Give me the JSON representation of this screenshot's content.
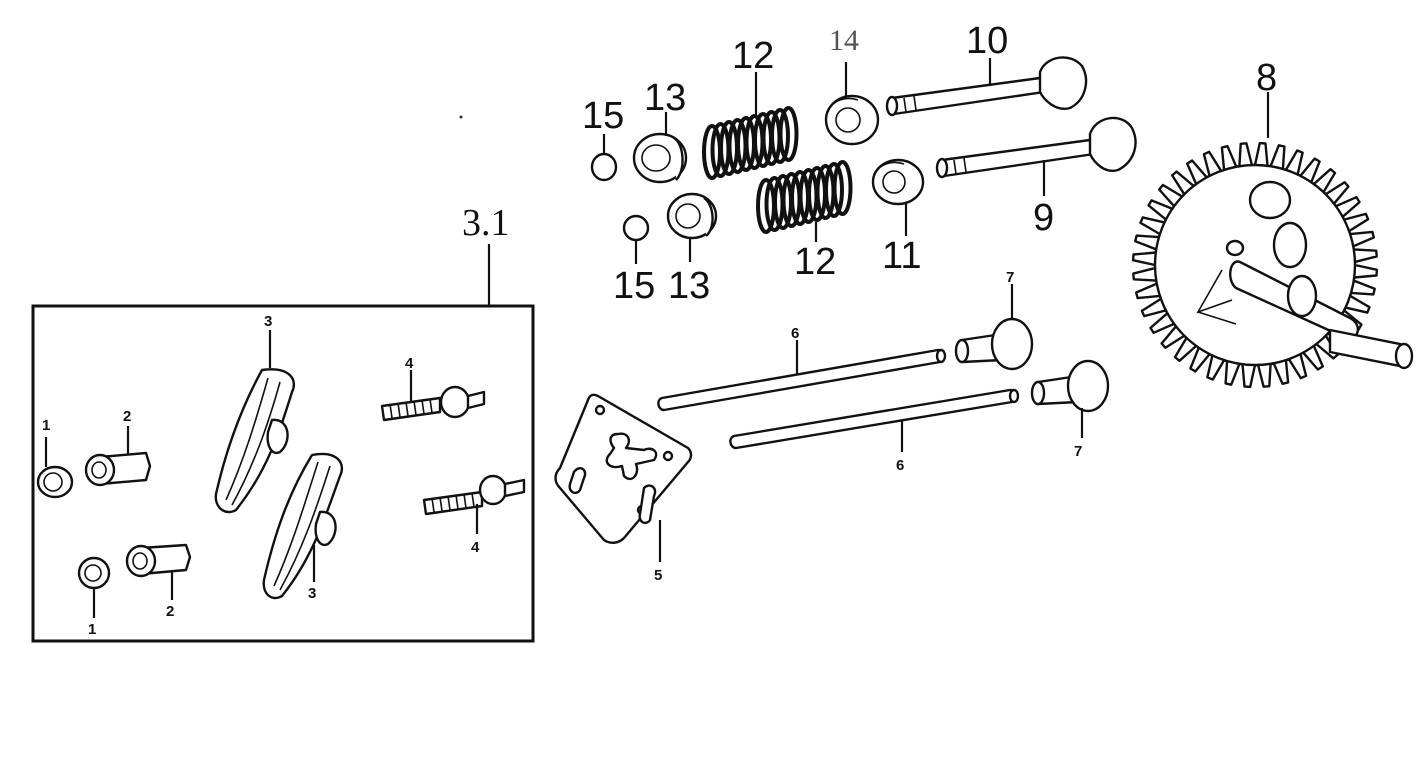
{
  "diagram": {
    "group_label": "3.1",
    "callouts": {
      "c1a": "1",
      "c1b": "1",
      "c2a": "2",
      "c2b": "2",
      "c3a": "3",
      "c3b": "3",
      "c4a": "4",
      "c4b": "4",
      "c5": "5",
      "c6a": "6",
      "c6b": "6",
      "c7a": "7",
      "c7b": "7",
      "c8": "8",
      "c9": "9",
      "c10": "10",
      "c11": "11",
      "c12a": "12",
      "c12b": "12",
      "c13a": "13",
      "c13b": "13",
      "c14": "14",
      "c15a": "15",
      "c15b": "15"
    },
    "parts": [
      {
        "id": "1",
        "icon": "nut-icon"
      },
      {
        "id": "2",
        "icon": "bushing-icon"
      },
      {
        "id": "3",
        "icon": "rocker-arm-icon"
      },
      {
        "id": "4",
        "icon": "stud-bolt-icon"
      },
      {
        "id": "5",
        "icon": "guide-plate-icon"
      },
      {
        "id": "6",
        "icon": "push-rod-icon"
      },
      {
        "id": "7",
        "icon": "tappet-icon"
      },
      {
        "id": "8",
        "icon": "camshaft-gear-icon"
      },
      {
        "id": "9",
        "icon": "valve-icon"
      },
      {
        "id": "10",
        "icon": "valve-icon"
      },
      {
        "id": "11",
        "icon": "valve-seal-icon"
      },
      {
        "id": "12",
        "icon": "valve-spring-icon"
      },
      {
        "id": "13",
        "icon": "spring-retainer-icon"
      },
      {
        "id": "14",
        "icon": "valve-seal-icon"
      },
      {
        "id": "15",
        "icon": "valve-cap-icon"
      }
    ]
  }
}
